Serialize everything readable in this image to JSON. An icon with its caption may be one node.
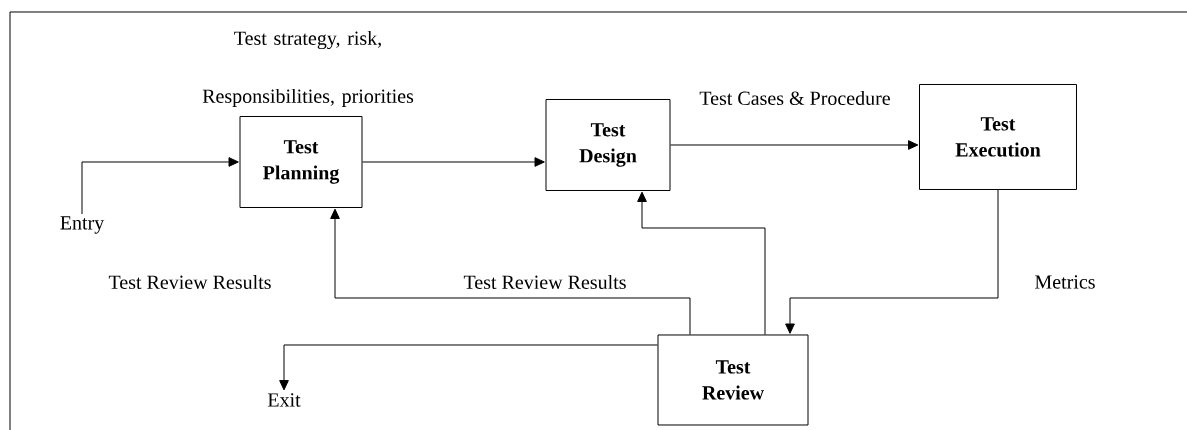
{
  "diagram": {
    "nodes": [
      {
        "text": [
          "Test Planning"
        ]
      },
      {
        "text": [
          "Test Design"
        ]
      },
      {
        "text": [
          "Test Execution"
        ]
      },
      {
        "text": [
          "Test Review"
        ]
      },
      {
        "text": [
          "Entry"
        ]
      },
      {
        "text": [
          "Exit"
        ]
      }
    ],
    "edges": [
      {
        "from": 4,
        "to": 0,
        "arrow": "to"
      },
      {
        "from": 0,
        "to": 1,
        "arrow": "to",
        "label": "Test strategy, risk, Responsibilities, priorities"
      },
      {
        "from": 1,
        "to": 2,
        "arrow": "to",
        "label": "Test Cases & Procedure"
      },
      {
        "from": 2,
        "to": 3,
        "arrow": "to",
        "label": "Metrics"
      },
      {
        "from": 3,
        "to": 1,
        "arrow": "to"
      },
      {
        "from": 3,
        "to": 0,
        "arrow": "to",
        "label": "Test Review Results"
      },
      {
        "from": 3,
        "to": 5,
        "arrow": "to",
        "label": "Test Review Results"
      }
    ]
  }
}
